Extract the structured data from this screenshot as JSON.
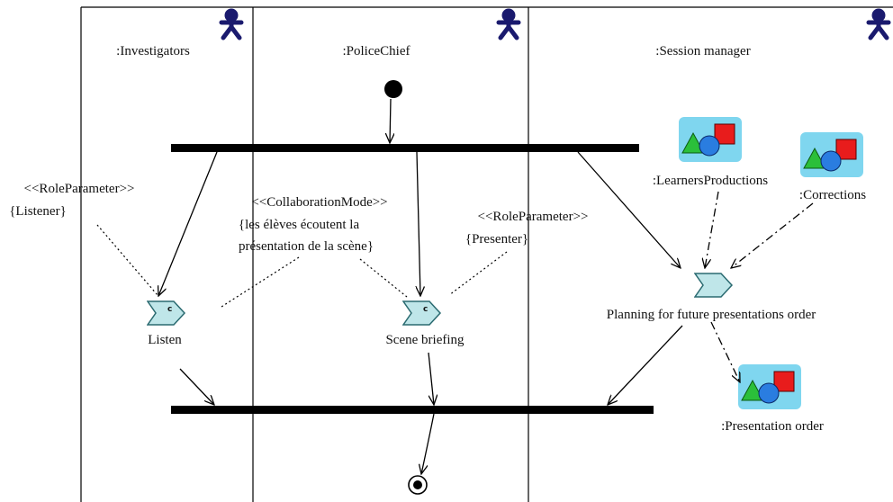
{
  "swimlanes": [
    {
      "name": ":Investigators"
    },
    {
      "name": ":PoliceChief"
    },
    {
      "name": ":Session manager"
    }
  ],
  "activities": {
    "listen": "Listen",
    "scene_briefing": "Scene briefing",
    "planning": "Planning for future presentations order"
  },
  "objects": {
    "learners_productions": ":LearnersProductions",
    "corrections": ":Corrections",
    "presentation_order": ":Presentation order"
  },
  "notes": {
    "role_listener_stereo": "<<RoleParameter>>",
    "role_listener_value": "{Listener}",
    "collab_stereo": "<<CollaborationMode>>",
    "collab_line1": "{les élèves écoutent la",
    "collab_line2": "présentation de la scène}",
    "role_presenter_stereo": "<<RoleParameter>>",
    "role_presenter_value": "{Presenter}"
  },
  "colors": {
    "actor": "#1a1a6e",
    "activity_fill": "#bfe6e9",
    "object_bg": "#7fd6ef",
    "triangle": "#2bbf3a",
    "circle": "#2a7de0",
    "square": "#e81c1c"
  }
}
